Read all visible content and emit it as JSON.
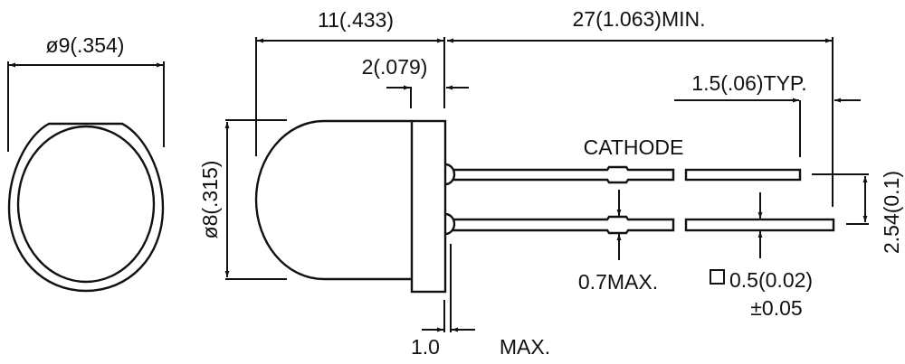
{
  "front_view": {
    "diameter_label": "ø9(.354)"
  },
  "side_view": {
    "body_diameter_label": "ø8(.315)",
    "body_length_label": "11(.433)",
    "flange_label": "2(.079)",
    "lead_length_label": "27(1.063)MIN.",
    "lead_tip_label": "1.5(.06)TYP.",
    "cathode_label": "CATHODE",
    "lead_width_label": "0.7MAX.",
    "lead_square_label": "0.5(0.02)",
    "lead_square_tolerance": "±0.05",
    "lead_pitch_label": "2.54(0.1)",
    "standoff_value": "1.0",
    "standoff_suffix": "MAX."
  },
  "colors": {
    "line": "#111111",
    "background": "#ffffff"
  }
}
